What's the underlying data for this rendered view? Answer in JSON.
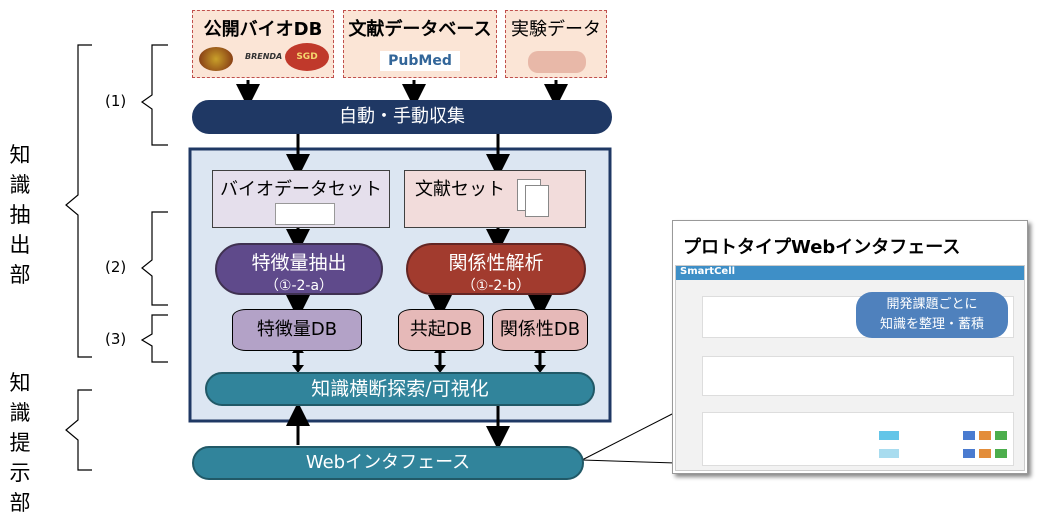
{
  "sources": [
    {
      "title": "公開バイオDB",
      "logos": [
        "BRENDA",
        "SGD"
      ]
    },
    {
      "title": "文献データベース",
      "logo": "PubMed"
    },
    {
      "title": "実験データ"
    }
  ],
  "collect_label": "自動・手動収集",
  "datasets": {
    "bio": "バイオデータセット",
    "lit": "文献セット"
  },
  "process": {
    "feature": {
      "title": "特徴量抽出",
      "sub": "（①-2-a）"
    },
    "relation": {
      "title": "関係性解析",
      "sub": "（①-2-b）"
    }
  },
  "dbs": {
    "feature": "特徴量DB",
    "cooccur": "共起DB",
    "relation": "関係性DB"
  },
  "explore_label": "知識横断探索/可視化",
  "web_label": "Webインタフェース",
  "side_labels": {
    "extract": [
      "知",
      "識",
      "抽",
      "出",
      "部"
    ],
    "present": [
      "知",
      "識",
      "提",
      "示",
      "部"
    ]
  },
  "step_labels": [
    "(1)",
    "(2)",
    "(3)"
  ],
  "prototype": {
    "title": "プロトタイプWebインタフェース",
    "app_name": "SmartCell",
    "callout": [
      "開発課題ごとに",
      "知識を整理・蓄積"
    ]
  },
  "colors": {
    "navy": "#1f3864",
    "teal": "#31849b",
    "purple": "#8064a2",
    "red": "#c0504d",
    "panel": "#dce6f2"
  }
}
